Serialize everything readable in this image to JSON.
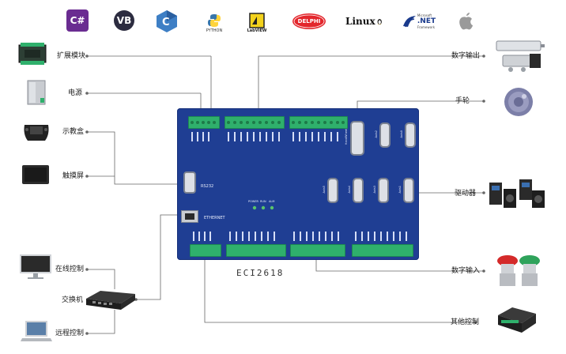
{
  "logos": {
    "csharp": "C#",
    "vb": "VB",
    "python": "PYTHON",
    "labview": "LabVIEW",
    "delphi": "DELPHI",
    "linux": "Linux",
    "net": ".NET",
    "net_sub": "Microsoft",
    "net_sub2": "Framework"
  },
  "labels": {
    "expansion_module": "扩展模块",
    "power": "电源",
    "teach_pendant": "示教盒",
    "touch_screen": "触摸屏",
    "online_control": "在线控制",
    "switch": "交换机",
    "remote_control": "远程控制",
    "digital_output": "数字输出",
    "handwheel": "手轮",
    "driver": "驱动器",
    "digital_input": "数字输入",
    "other_control": "其他控制"
  },
  "board": {
    "model": "ECI2618",
    "rs232": "RS232",
    "ethernet": "ETHERNET",
    "led_power": "POWER",
    "led_run": "RUN",
    "led_alm": "ALM",
    "axis0": "Axis0",
    "axis1": "Axis1",
    "axis2": "Axis2",
    "axis3": "Axis3",
    "axis4": "Axis4",
    "axis5": "Axis5",
    "handwheel_port": "HandWheel"
  },
  "colors": {
    "board": "#1f3e93",
    "terminal": "#2fb06c",
    "csharp": "#6a2c91",
    "vb": "#2c2c40",
    "delphi": "#e3262c",
    "line": "#666666"
  }
}
